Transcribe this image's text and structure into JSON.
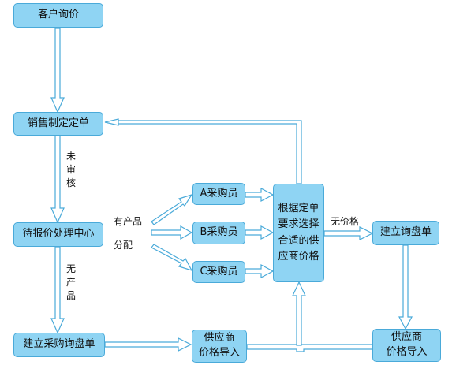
{
  "nodes": {
    "customer_inquiry": "客户询价",
    "sales_order": "销售制定定单",
    "pending_quote_center": "待报价处理中心",
    "buyer_a": "A采购员",
    "buyer_b": "B采购员",
    "buyer_c": "C采购员",
    "choose_supplier": [
      "根据定单",
      "要求选择",
      "合适的供",
      "应商价格"
    ],
    "create_inquiry_sheet": "建立询盘单",
    "create_purchase_inquiry": "建立采购询盘单",
    "supplier_price_import_1": [
      "供应商",
      "价格导入"
    ],
    "supplier_price_import_2": [
      "供应商",
      "价格导入"
    ]
  },
  "labels": {
    "not_reviewed": [
      "未",
      "审",
      "核"
    ],
    "no_product": [
      "无",
      "产",
      "品"
    ],
    "has_product": "有产品",
    "assign": "分配",
    "no_price": "无价格"
  },
  "colors": {
    "node_fill": "#8fd4f3",
    "node_border": "#4aaad9",
    "arrow_fill": "#ffffff",
    "arrow_stroke": "#4aaad9"
  }
}
